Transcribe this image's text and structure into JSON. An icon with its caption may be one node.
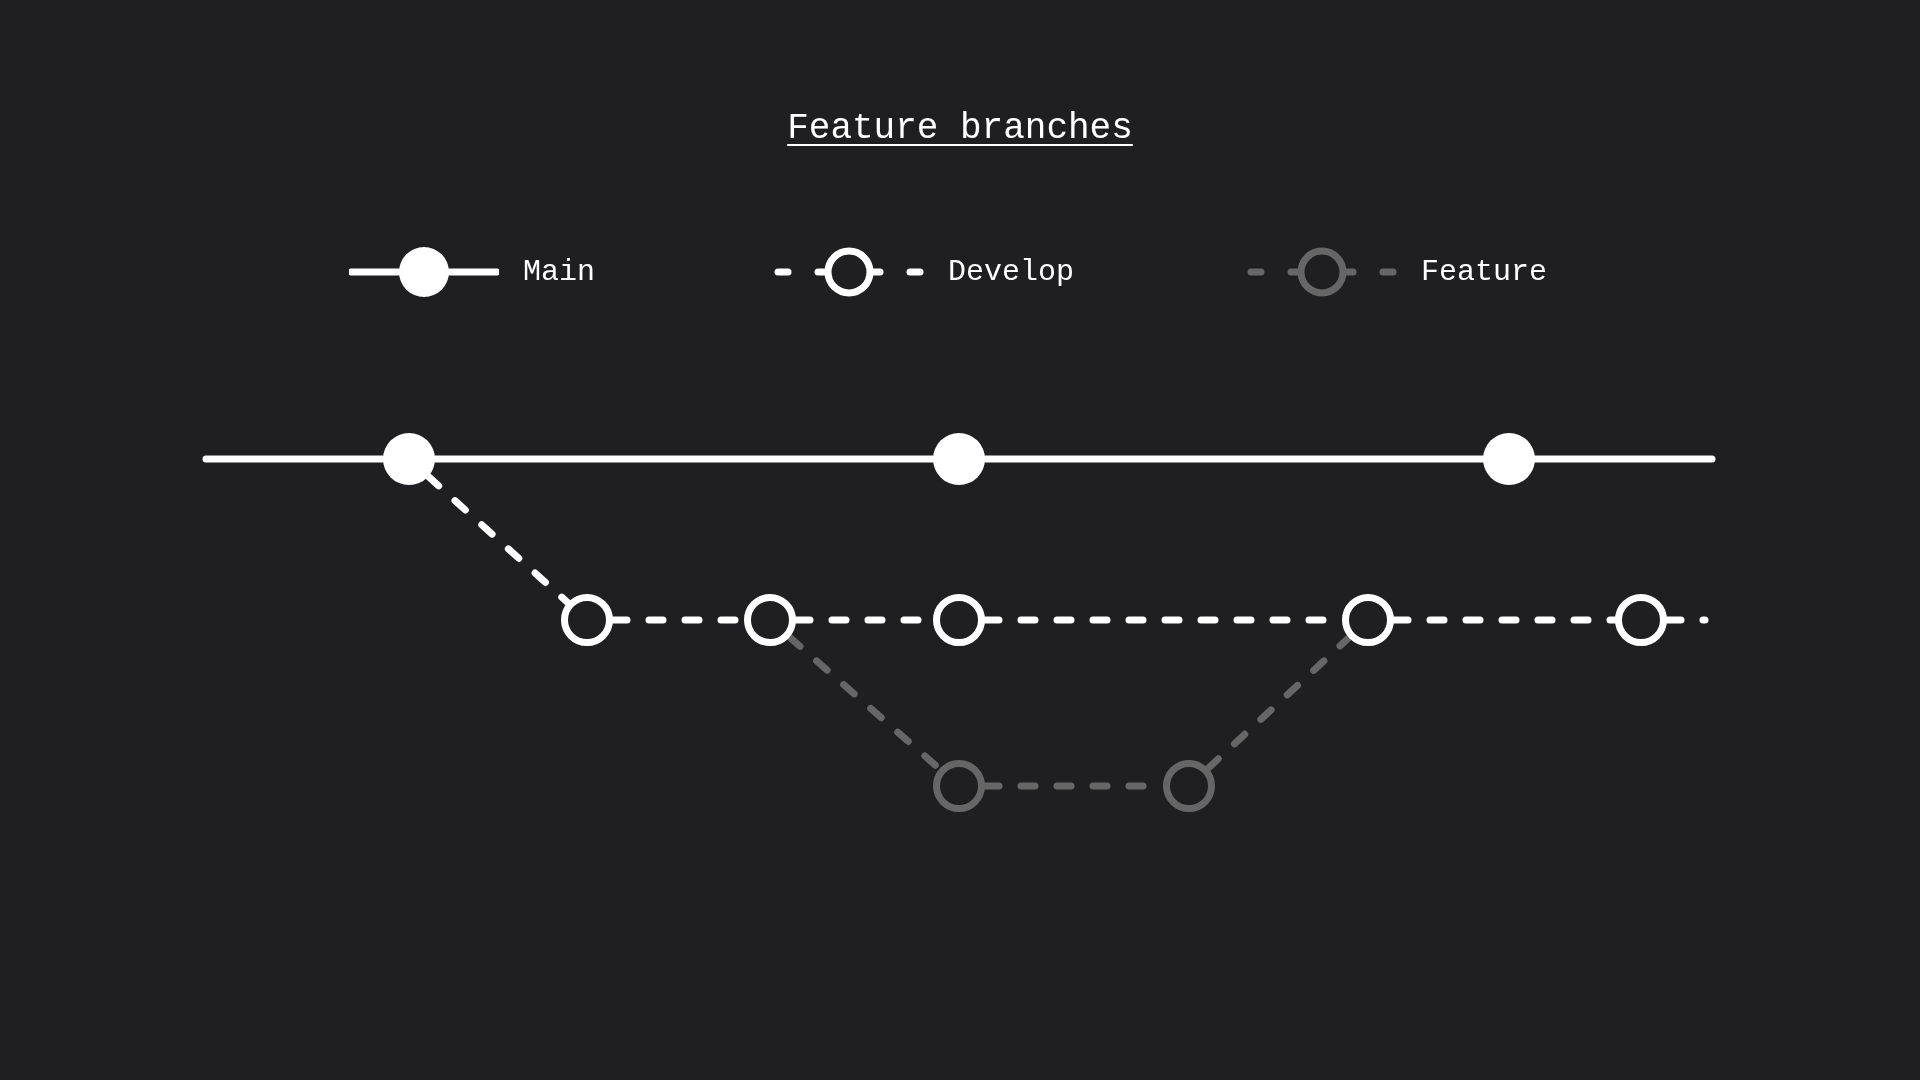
{
  "diagram": {
    "title": "Feature branches",
    "nodes": [
      {
        "text": [],
        "shape": "circle"
      },
      {
        "text": [],
        "shape": "circle"
      },
      {
        "text": [],
        "shape": "circle"
      },
      {
        "text": [],
        "shape": "ring"
      },
      {
        "text": [],
        "shape": "ring"
      },
      {
        "text": [],
        "shape": "ring"
      },
      {
        "text": [],
        "shape": "ring"
      },
      {
        "text": [],
        "shape": "ring"
      },
      {
        "text": [],
        "shape": "ring"
      },
      {
        "text": [],
        "shape": "ring"
      }
    ],
    "edges": [
      {
        "from": null,
        "to": 0,
        "arrow": "none"
      },
      {
        "from": 0,
        "to": 1,
        "arrow": "none"
      },
      {
        "from": 1,
        "to": 2,
        "arrow": "none"
      },
      {
        "from": 2,
        "to": null,
        "arrow": "none"
      },
      {
        "from": 0,
        "to": 3,
        "arrow": "none",
        "style": "dashed"
      },
      {
        "from": 3,
        "to": 4,
        "arrow": "none",
        "style": "dashed"
      },
      {
        "from": 4,
        "to": 5,
        "arrow": "none",
        "style": "dashed"
      },
      {
        "from": 5,
        "to": 6,
        "arrow": "none",
        "style": "dashed"
      },
      {
        "from": 6,
        "to": 7,
        "arrow": "none",
        "style": "dashed"
      },
      {
        "from": 7,
        "to": null,
        "arrow": "none",
        "style": "dashed"
      },
      {
        "from": 4,
        "to": 8,
        "arrow": "none",
        "style": "dashed",
        "color": "#666666"
      },
      {
        "from": 8,
        "to": 9,
        "arrow": "none",
        "style": "dashed",
        "color": "#666666"
      },
      {
        "from": 9,
        "to": 6,
        "arrow": "none",
        "style": "dashed",
        "color": "#666666"
      }
    ],
    "legend": [
      {
        "text": "Main"
      },
      {
        "text": "Develop"
      },
      {
        "text": "Feature"
      }
    ]
  }
}
